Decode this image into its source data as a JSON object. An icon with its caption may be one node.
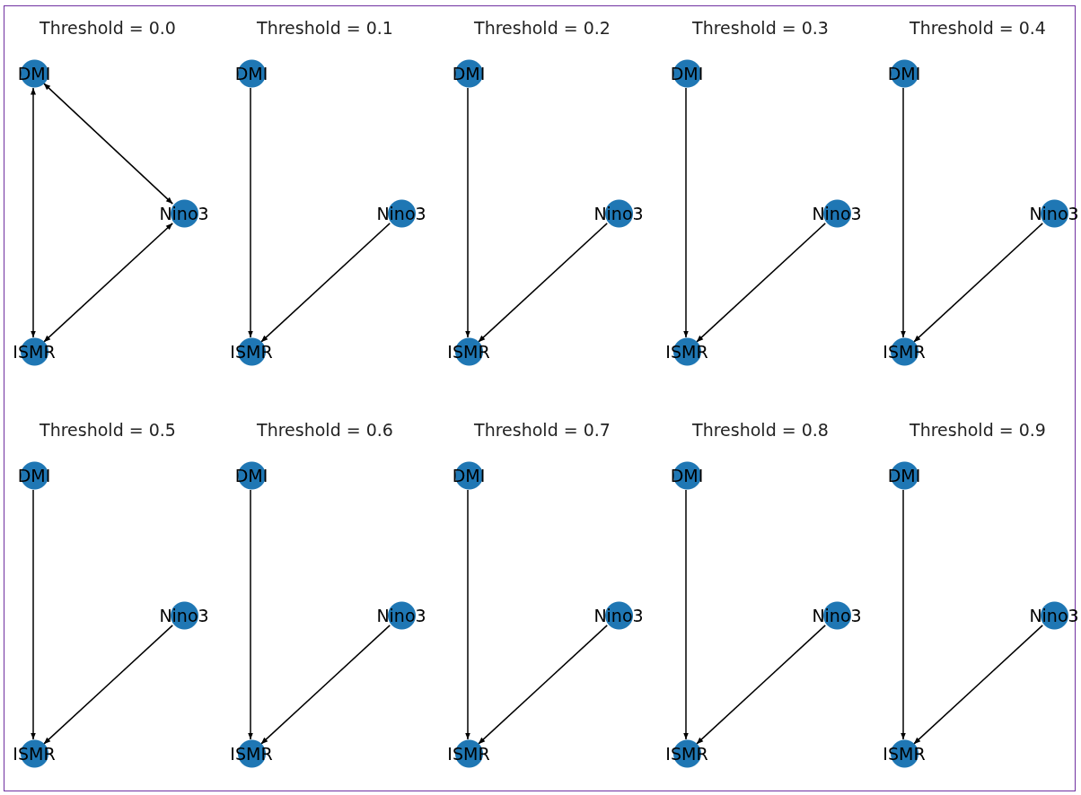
{
  "diagram": {
    "nodes": [
      {
        "text": [
          "DMI"
        ]
      },
      {
        "text": [
          "Nino3"
        ]
      },
      {
        "text": [
          "ISMR"
        ]
      },
      {
        "text": [
          "DMI"
        ]
      },
      {
        "text": [
          "Nino3"
        ]
      },
      {
        "text": [
          "ISMR"
        ]
      },
      {
        "text": [
          "DMI"
        ]
      },
      {
        "text": [
          "Nino3"
        ]
      },
      {
        "text": [
          "ISMR"
        ]
      },
      {
        "text": [
          "DMI"
        ]
      },
      {
        "text": [
          "Nino3"
        ]
      },
      {
        "text": [
          "ISMR"
        ]
      },
      {
        "text": [
          "DMI"
        ]
      },
      {
        "text": [
          "Nino3"
        ]
      },
      {
        "text": [
          "ISMR"
        ]
      },
      {
        "text": [
          "DMI"
        ]
      },
      {
        "text": [
          "Nino3"
        ]
      },
      {
        "text": [
          "ISMR"
        ]
      },
      {
        "text": [
          "DMI"
        ]
      },
      {
        "text": [
          "Nino3"
        ]
      },
      {
        "text": [
          "ISMR"
        ]
      },
      {
        "text": [
          "DMI"
        ]
      },
      {
        "text": [
          "Nino3"
        ]
      },
      {
        "text": [
          "ISMR"
        ]
      },
      {
        "text": [
          "DMI"
        ]
      },
      {
        "text": [
          "Nino3"
        ]
      },
      {
        "text": [
          "ISMR"
        ]
      },
      {
        "text": [
          "DMI"
        ]
      },
      {
        "text": [
          "Nino3"
        ]
      },
      {
        "text": [
          "ISMR"
        ]
      }
    ],
    "edges": [
      {
        "from": 0,
        "to": 2,
        "arrow": "both"
      },
      {
        "from": 0,
        "to": 1,
        "arrow": "both"
      },
      {
        "from": 1,
        "to": 2,
        "arrow": "both"
      },
      {
        "from": 3,
        "to": 5,
        "arrow": "to"
      },
      {
        "from": 4,
        "to": 5,
        "arrow": "to"
      },
      {
        "from": 6,
        "to": 8,
        "arrow": "to"
      },
      {
        "from": 7,
        "to": 8,
        "arrow": "to"
      },
      {
        "from": 9,
        "to": 11,
        "arrow": "to"
      },
      {
        "from": 10,
        "to": 11,
        "arrow": "to"
      },
      {
        "from": 12,
        "to": 14,
        "arrow": "to"
      },
      {
        "from": 13,
        "to": 14,
        "arrow": "to"
      },
      {
        "from": 15,
        "to": 17,
        "arrow": "to"
      },
      {
        "from": 16,
        "to": 17,
        "arrow": "to"
      },
      {
        "from": 18,
        "to": 20,
        "arrow": "to"
      },
      {
        "from": 19,
        "to": 20,
        "arrow": "to"
      },
      {
        "from": 21,
        "to": 23,
        "arrow": "to"
      },
      {
        "from": 22,
        "to": 23,
        "arrow": "to"
      },
      {
        "from": 24,
        "to": 26,
        "arrow": "to"
      },
      {
        "from": 25,
        "to": 26,
        "arrow": "to"
      },
      {
        "from": 27,
        "to": 29,
        "arrow": "to"
      },
      {
        "from": 28,
        "to": 29,
        "arrow": "to"
      }
    ],
    "labels": [
      "Threshold = 0.0",
      "Threshold = 0.1",
      "Threshold = 0.2",
      "Threshold = 0.3",
      "Threshold = 0.4",
      "Threshold = 0.5",
      "Threshold = 0.6",
      "Threshold = 0.7",
      "Threshold = 0.8",
      "Threshold = 0.9"
    ]
  }
}
